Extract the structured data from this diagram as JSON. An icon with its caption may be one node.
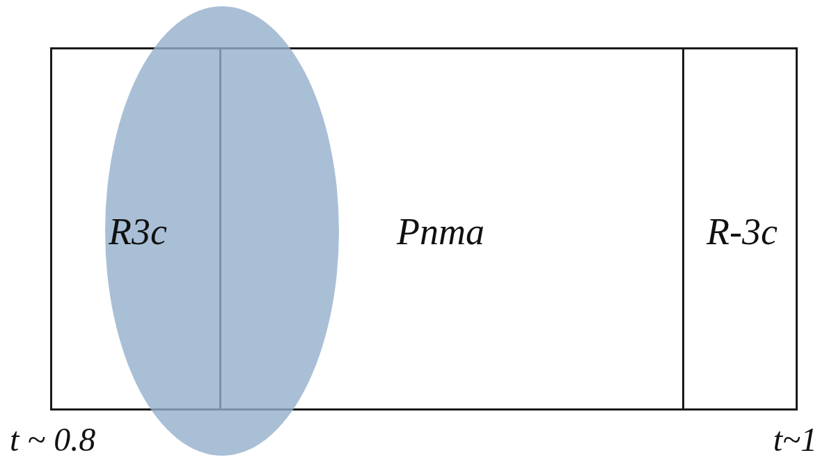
{
  "diagram": {
    "nodes": [
      {
        "text": [
          "R3c"
        ]
      },
      {
        "text": [
          "Pnma"
        ]
      },
      {
        "text": [
          "R-3c"
        ]
      }
    ],
    "labels": [
      "t ~ 0.8",
      "t~1"
    ]
  }
}
